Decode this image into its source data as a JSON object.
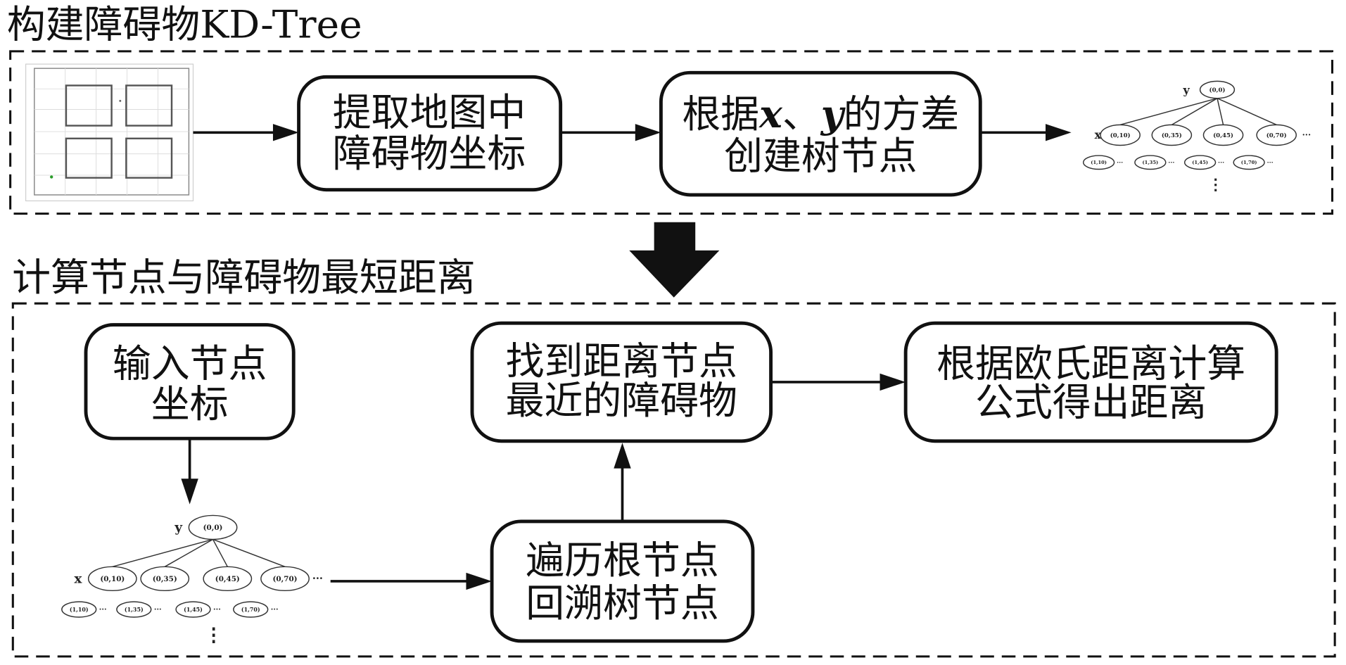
{
  "sections": [
    {
      "title": "构建障碍物KD-Tree"
    },
    {
      "title": "计算节点与障碍物最短距离"
    }
  ],
  "build": {
    "extract_box": {
      "line1": "提取地图中",
      "line2": "障碍物坐标"
    },
    "variance_box": {
      "line1_pre": "根据",
      "var_x": "x",
      "sep": "、",
      "var_y": "y",
      "line1_post": "的方差",
      "line2": "创建树节点"
    }
  },
  "query": {
    "input_box": {
      "line1": "输入节点",
      "line2": "坐标"
    },
    "traverse_box": {
      "line1": "遍历根节点",
      "line2": "回溯树节点"
    },
    "nearest_box": {
      "line1": "找到距离节点",
      "line2": "最近的障碍物"
    },
    "distance_box": {
      "line1": "根据欧氏距离计算",
      "line2": "公式得出距离"
    }
  },
  "kd_tree": {
    "root_axis": "y",
    "root": "(0,0)",
    "child_axis": "x",
    "children": [
      "(0,10)",
      "(0,35)",
      "(0,45)",
      "(0,70)"
    ],
    "grandchildren": [
      "(1,10)",
      "(1,35)",
      "(1,45)",
      "(1,70)"
    ],
    "more": "···",
    "vdots": "⋮"
  }
}
